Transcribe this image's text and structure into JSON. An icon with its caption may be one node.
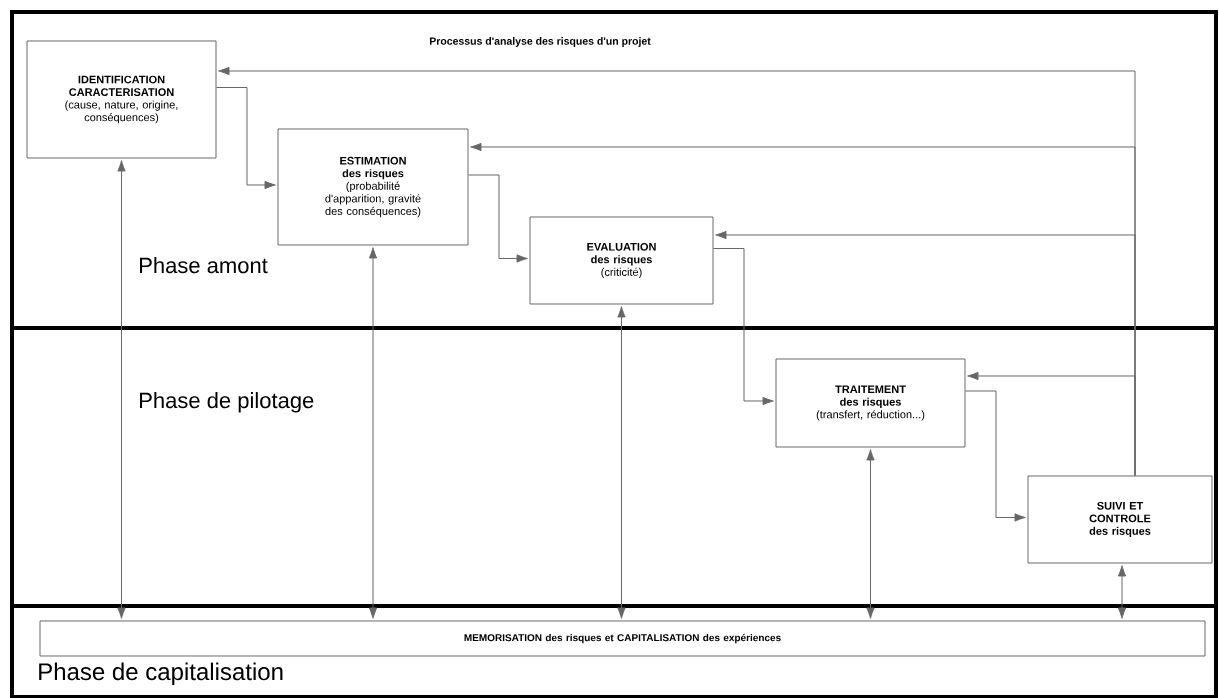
{
  "diagram": {
    "title": "Processus d'analyse des risques d'un projet",
    "nodes": [
      {
        "text": [
          "Phase amont"
        ]
      },
      {
        "text": [
          "IDENTIFICATION CARACTERISATION",
          "(cause, nature, origine, conséquences)"
        ],
        "in": 0
      },
      {
        "text": [
          "ESTIMATION des risques",
          "(probabilité d'apparition, gravité des conséquences)"
        ],
        "in": 0
      },
      {
        "text": [
          "EVALUATION des risques",
          "(criticité)"
        ],
        "in": 0
      },
      {
        "text": [
          "Phase de pilotage"
        ]
      },
      {
        "text": [
          "TRAITEMENT des risques",
          "(transfert, réduction...)"
        ],
        "in": 4
      },
      {
        "text": [
          "SUIVI ET CONTROLE des risques"
        ],
        "in": 4
      },
      {
        "text": [
          "Phase de capitalisation"
        ]
      },
      {
        "text": [
          "MEMORISATION des risques et CAPITALISATION des expériences"
        ],
        "in": 7
      }
    ],
    "edges": [
      {
        "from": 1,
        "to": 2,
        "arrow": "to"
      },
      {
        "from": 2,
        "to": 3,
        "arrow": "to"
      },
      {
        "from": 3,
        "to": 5,
        "arrow": "to"
      },
      {
        "from": 5,
        "to": 6,
        "arrow": "to"
      },
      {
        "from": 6,
        "to": 1,
        "arrow": "to"
      },
      {
        "from": 6,
        "to": 2,
        "arrow": "to"
      },
      {
        "from": 6,
        "to": 3,
        "arrow": "to"
      },
      {
        "from": 6,
        "to": 5,
        "arrow": "to"
      },
      {
        "from": 1,
        "to": 8,
        "arrow": "both"
      },
      {
        "from": 2,
        "to": 8,
        "arrow": "both"
      },
      {
        "from": 3,
        "to": 8,
        "arrow": "both"
      },
      {
        "from": 5,
        "to": 8,
        "arrow": "both"
      },
      {
        "from": 6,
        "to": 8,
        "arrow": "both"
      }
    ]
  }
}
